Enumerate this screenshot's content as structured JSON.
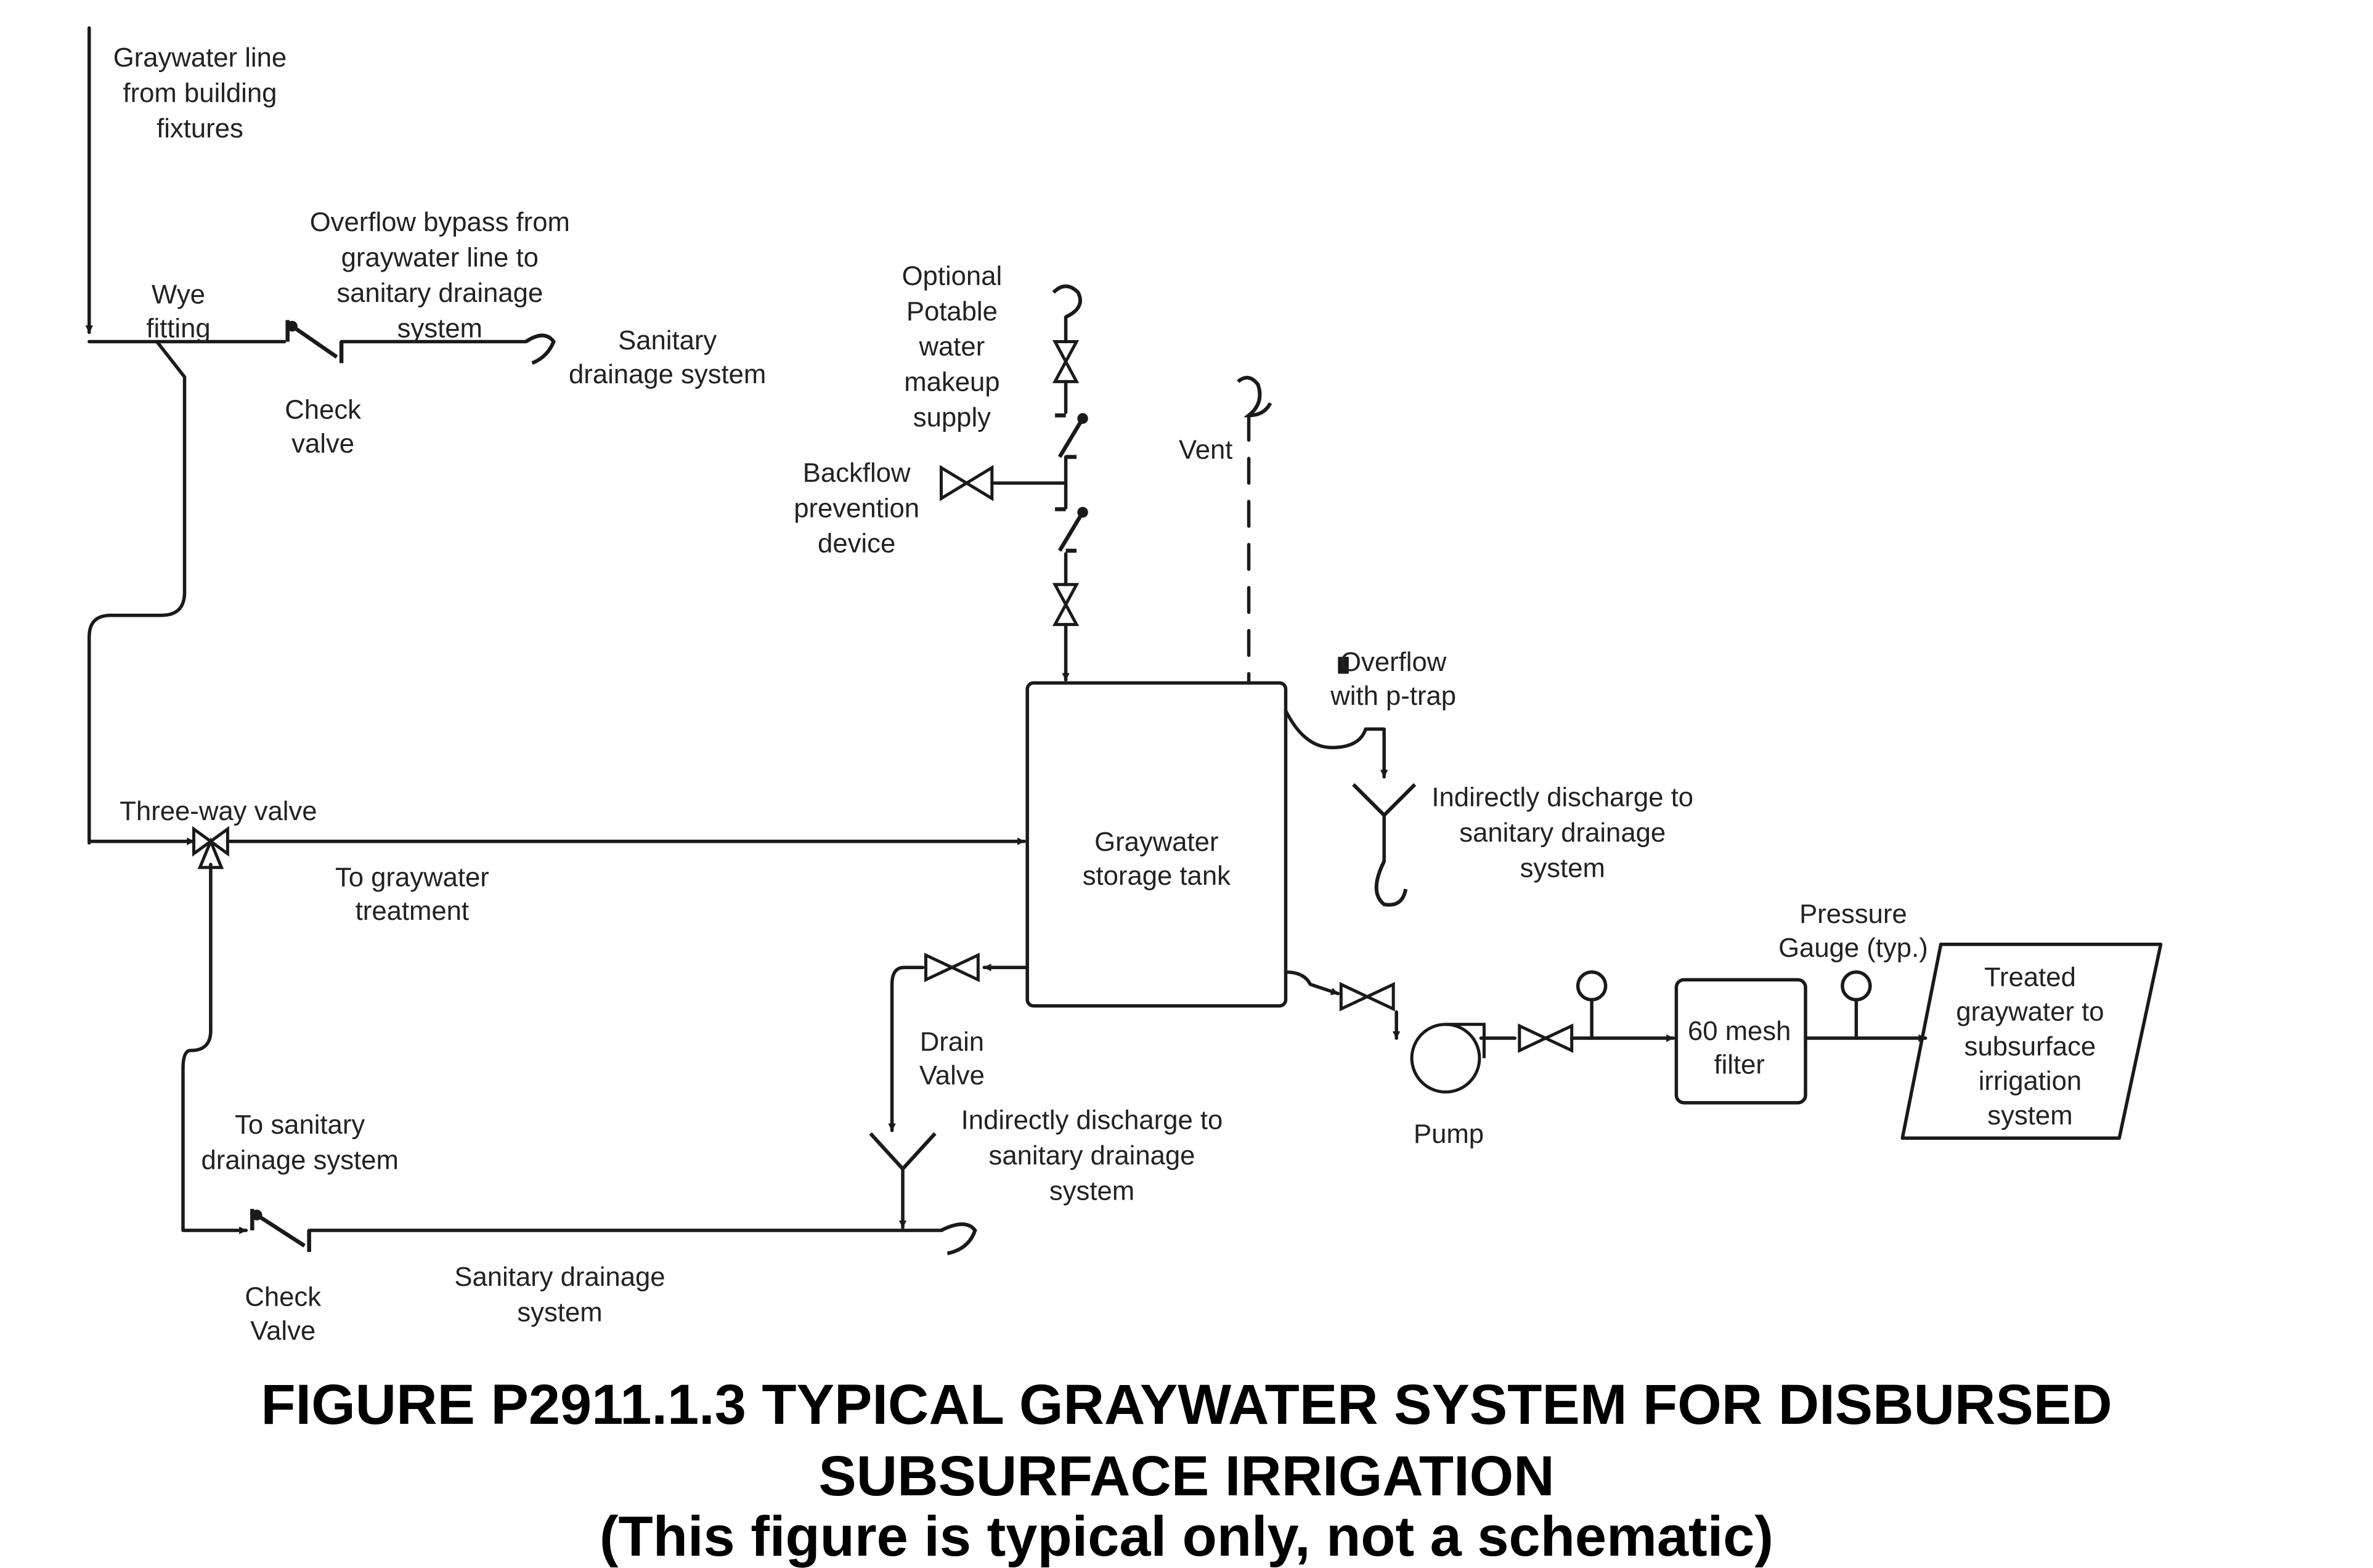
{
  "labels": {
    "graywater_line": [
      "Graywater line",
      "from building",
      "fixtures"
    ],
    "wye_fitting": [
      "Wye",
      "fitting"
    ],
    "overflow_bypass": [
      "Overflow bypass from",
      "graywater line to",
      "sanitary drainage",
      "system"
    ],
    "check_valve_top": [
      "Check",
      "valve"
    ],
    "sanitary_top": [
      "Sanitary",
      "drainage system"
    ],
    "optional_potable": [
      "Optional",
      "Potable",
      "water",
      "makeup",
      "supply"
    ],
    "backflow": [
      "Backflow",
      "prevention",
      "device"
    ],
    "vent": [
      "Vent"
    ],
    "overflow_ptrap": [
      "Overflow",
      "with p-trap"
    ],
    "indirect_discharge_right": [
      "Indirectly discharge to",
      "sanitary drainage",
      "system"
    ],
    "three_way_valve": [
      "Three-way valve"
    ],
    "to_graywater_treatment": [
      "To graywater",
      "treatment"
    ],
    "storage_tank": [
      "Graywater",
      "storage tank"
    ],
    "pressure_gauge": [
      "Pressure",
      "Gauge (typ.)"
    ],
    "drain_valve": [
      "Drain",
      "Valve"
    ],
    "mesh_filter": [
      "60 mesh",
      "filter"
    ],
    "treated_graywater": [
      "Treated",
      "graywater to",
      "subsurface",
      "irrigation",
      "system"
    ],
    "indirect_discharge_bottom": [
      "Indirectly discharge to",
      "sanitary drainage",
      "system"
    ],
    "pump": [
      "Pump"
    ],
    "to_sanitary": [
      "To sanitary",
      "drainage system"
    ],
    "check_valve_bottom": [
      "Check",
      "Valve"
    ],
    "sanitary_bottom": [
      "Sanitary drainage",
      "system"
    ]
  },
  "caption": {
    "line1": "FIGURE P2911.1.3 TYPICAL GRAYWATER SYSTEM FOR DISBURSED",
    "line2": "SUBSURFACE IRRIGATION",
    "line3": "(This figure is typical only, not a schematic)"
  },
  "colors": {
    "line": "#1a1a1a",
    "text": "#222222",
    "background": "#ffffff"
  }
}
